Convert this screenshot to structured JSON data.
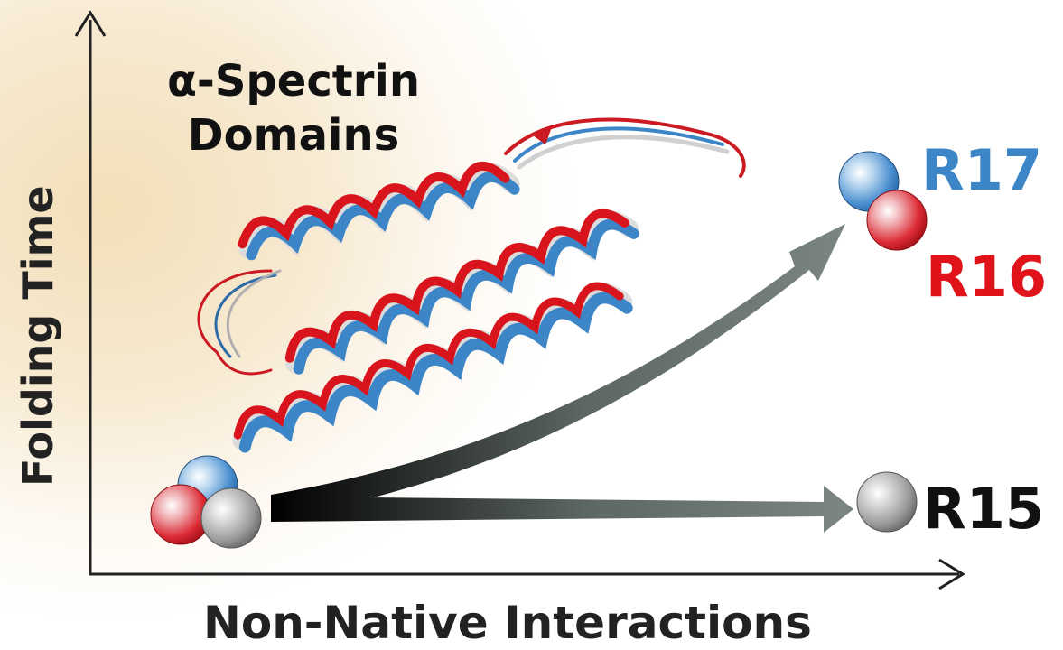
{
  "title": {
    "line1": "α-Spectrin",
    "line2": "Domains"
  },
  "axes": {
    "y_label": "Folding Time",
    "x_label": "Non-Native Interactions"
  },
  "domains": {
    "r17": "R17",
    "r16": "R16",
    "r15": "R15"
  },
  "colors": {
    "r17": "#3c86c8",
    "r16": "#e0121a",
    "r15": "#9a9a9a",
    "arrow_start": "#000000",
    "arrow_end": "#7a8582"
  },
  "icons": {
    "protein": "three-helix-bundle-ribbon-icon",
    "spheres": "sphere-icon"
  }
}
